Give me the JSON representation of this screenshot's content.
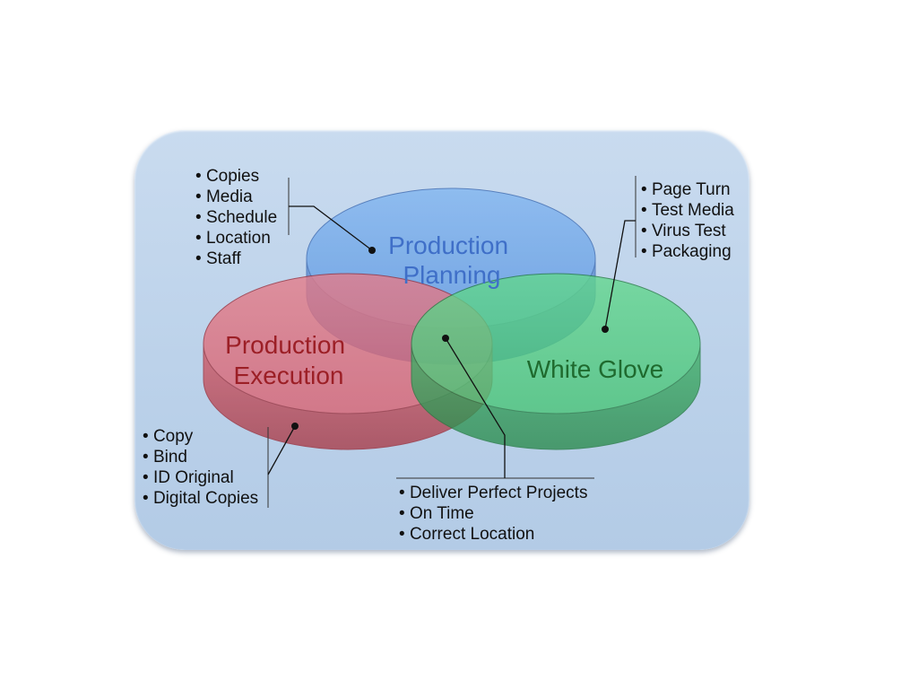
{
  "circles": {
    "planning": {
      "line1": "Production",
      "line2": "Planning",
      "color": "#6fa6e8",
      "text_color": "#3f6fc8"
    },
    "execution": {
      "line1": "Production",
      "line2": "Execution",
      "color": "#e0707e",
      "text_color": "#9c1f26"
    },
    "white_glove": {
      "line1": "White Glove",
      "color": "#55cc80",
      "text_color": "#1f6a2e"
    }
  },
  "lists": {
    "planning_items": [
      "Copies",
      "Media",
      "Schedule",
      "Location",
      "Staff"
    ],
    "white_glove_items": [
      "Page Turn",
      "Test Media",
      "Virus Test",
      "Packaging"
    ],
    "execution_items": [
      "Copy",
      "Bind",
      "ID Original",
      "Digital Copies"
    ],
    "overlap_items": [
      "Deliver Perfect Projects",
      "On Time",
      "Correct Location"
    ]
  },
  "colors": {
    "panel": "#c3d7ec",
    "connector": "#111111"
  }
}
